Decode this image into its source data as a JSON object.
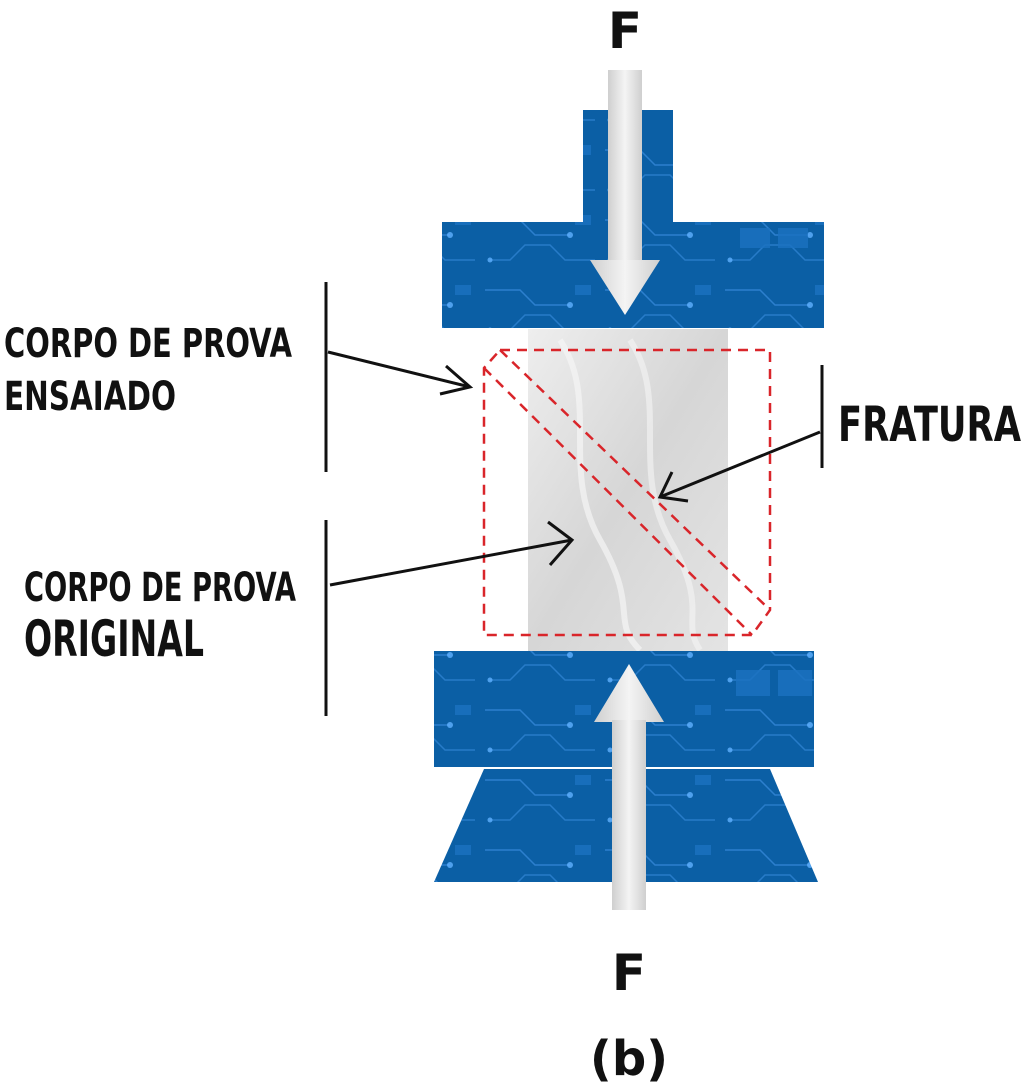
{
  "force_top": "F",
  "force_bottom": "F",
  "caption": "(b)",
  "labels": {
    "tested_specimen": [
      "CORPO DE PROVA",
      "ENSAIADO"
    ],
    "fracture": "FRATURA",
    "original_specimen": [
      "CORPO DE PROVA",
      "ORIGINAL"
    ]
  },
  "colors": {
    "plate_blue": "#0b5fa5",
    "plate_dark": "#08477e",
    "circuit": "#3a8ee0",
    "specimen": "#dcdcdc",
    "dashed_outline": "#d9252a",
    "arrow": "#d8d8d8",
    "text": "#111111"
  }
}
